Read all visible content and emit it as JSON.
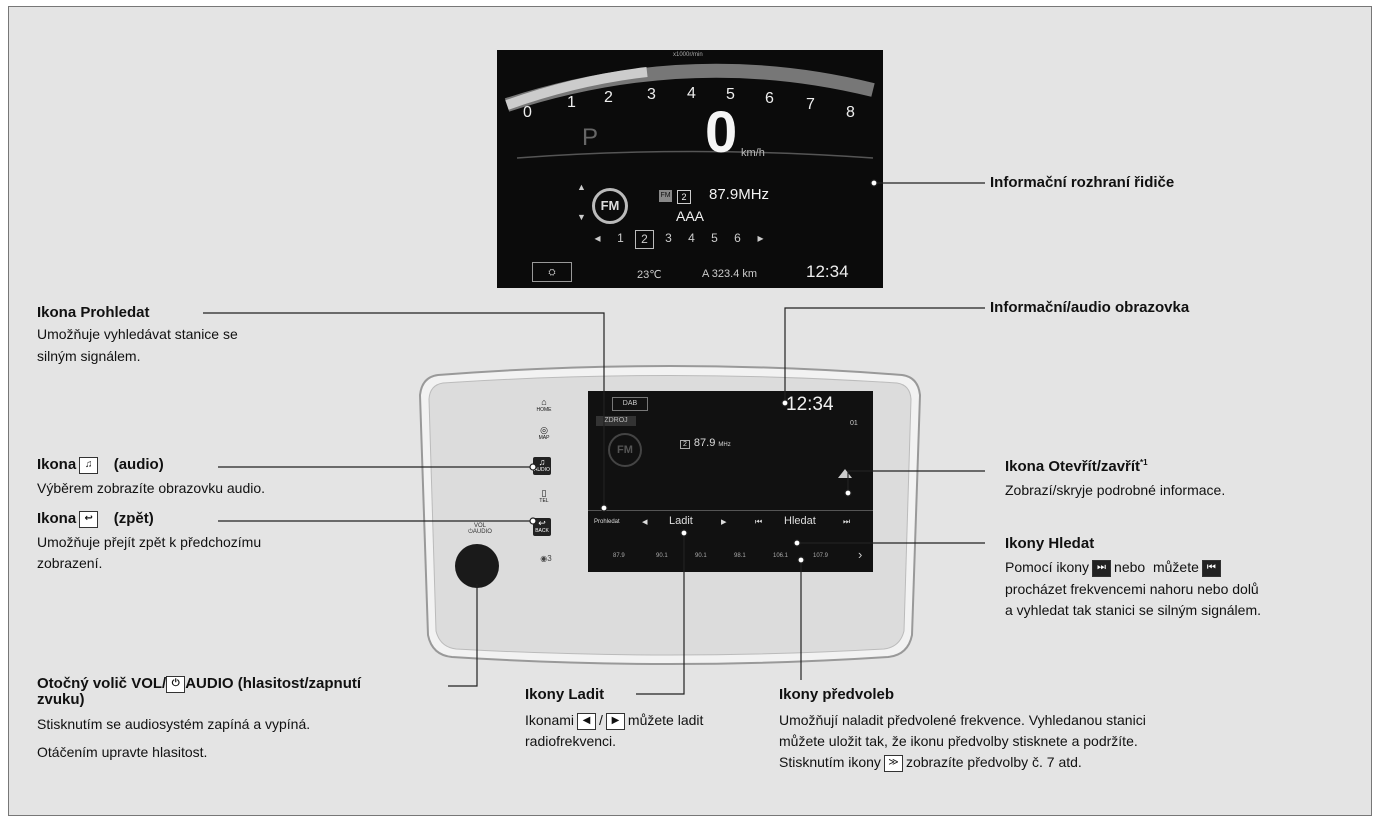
{
  "cluster": {
    "tach_label": "x1000r/min",
    "tach_numbers": [
      "0",
      "1",
      "2",
      "3",
      "4",
      "5",
      "6",
      "7",
      "8"
    ],
    "gear": "P",
    "speed": "0",
    "speed_unit": "km/h",
    "band": "FM",
    "band_icon": "FM",
    "preset_number": "2",
    "frequency": "87.9MHz",
    "station": "AAA",
    "presets": [
      "1",
      "2",
      "3",
      "4",
      "5",
      "6"
    ],
    "selected_preset_index": 1,
    "temperature": "23℃",
    "odometer": "A 323.4 km",
    "clock": "12:34"
  },
  "screen": {
    "tab": "DAB",
    "subtab": "ZDROJ",
    "clock": "12:34",
    "page_num": "01",
    "band": "FM",
    "preset_number": "2",
    "frequency": "87.9",
    "frequency_unit": "MHz",
    "controls": {
      "prohledat": "Prohledat",
      "tune_prev": "◂",
      "ladit": "Ladit",
      "tune_next": "▸",
      "seek_prev": "⏮",
      "hledat": "Hledat",
      "seek_next": "⏭"
    },
    "presets": [
      "87.9",
      "90.1",
      "90.1",
      "98.1",
      "106.1",
      "107.9"
    ],
    "next_icon": "›"
  },
  "side_buttons": {
    "home": "HOME",
    "map": "MAP",
    "audio": "AUDIO",
    "tel": "TEL",
    "back": "BACK",
    "misc": "◉3",
    "vol_label": "VOL ⏻AUDIO"
  },
  "annotations": {
    "driver_info": "Informační rozhraní řidiče",
    "audio_screen": "Informační/audio obrazovka",
    "prohledat_title": "Ikona Prohledat",
    "prohledat_desc1": "Umožňuje vyhledávat stanice se",
    "prohledat_desc2": "silným signálem.",
    "audio_title_a": "Ikona",
    "audio_title_b": "(audio)",
    "audio_desc": "Výběrem zobrazíte obrazovku audio.",
    "back_title_a": "Ikona",
    "back_title_b": "(zpět)",
    "back_desc1": "Umožňuje přejít zpět k předchozímu",
    "back_desc2": "zobrazení.",
    "open_title": "Ikona Otevřít/zavřít",
    "open_sup": "*1",
    "open_desc": "Zobrazí/skryje podrobné informace.",
    "hledat_title": "Ikony Hledat",
    "hledat_desc1a": "Pomocí ikony",
    "hledat_desc1b": "nebo",
    "hledat_desc1c": "můžete",
    "hledat_desc2": "procházet frekvencemi nahoru nebo dolů",
    "hledat_desc3": "a vyhledat tak stanici se silným signálem.",
    "vol_title1": "Otočný volič VOL/",
    "vol_title1b": "AUDIO (hlasitost/zapnutí",
    "vol_title2": "zvuku)",
    "vol_desc1": "Stisknutím se audiosystém zapíná a vypíná.",
    "vol_desc2": "Otáčením upravte hlasitost.",
    "ladit_title": "Ikony Ladit",
    "ladit_desc1a": "Ikonami",
    "ladit_desc1b": "můžete ladit",
    "ladit_desc2": "radiofrekvenci.",
    "predvoleb_title": "Ikony předvoleb",
    "predvoleb_desc1": "Umožňují naladit předvolené frekvence. Vyhledanou stanici",
    "predvoleb_desc2": "můžete uložit tak, že ikonu předvolby stisknete a podržíte.",
    "predvoleb_desc3a": "Stisknutím ikony",
    "predvoleb_desc3b": "zobrazíte předvolby č. 7 atd."
  },
  "icons": {
    "audio": "♫",
    "back": "↩",
    "power": "⏻",
    "seek_up": "⏭",
    "seek_down": "⏮",
    "tune_left": "◀",
    "tune_right": "▶",
    "next": "≫"
  }
}
